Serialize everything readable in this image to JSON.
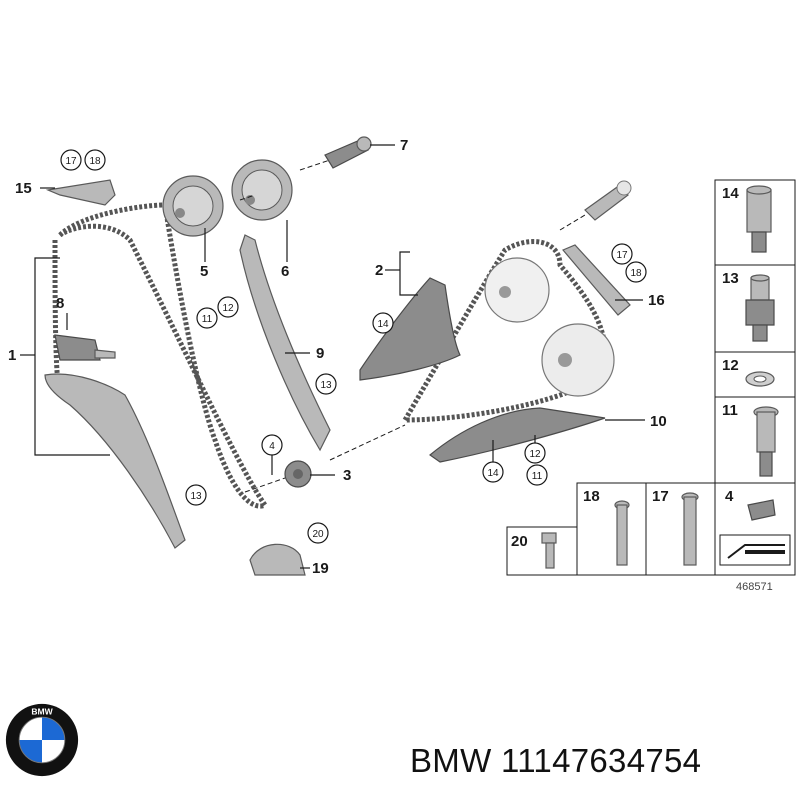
{
  "diagram": {
    "reference_number": "468571",
    "labels": {
      "l1": "1",
      "l2": "2",
      "l3": "3",
      "l4": "4",
      "l5": "5",
      "l6": "6",
      "l7": "7",
      "l8": "8",
      "l9": "9",
      "l10": "10",
      "l11": "11",
      "l12": "12",
      "l13": "13",
      "l14": "14",
      "l15": "15",
      "l16": "16",
      "l17": "17",
      "l18": "18",
      "l19": "19",
      "l20": "20"
    },
    "side_panel": {
      "p14": "14",
      "p13": "13",
      "p12": "12",
      "p11": "11",
      "p18": "18",
      "p17": "17",
      "p4": "4",
      "p20": "20"
    }
  },
  "logo": {
    "brand": "BMW",
    "colors": {
      "blue": "#1c69d4",
      "black": "#111111",
      "white": "#ffffff"
    }
  },
  "caption": {
    "text": "BMW 11147634754"
  }
}
